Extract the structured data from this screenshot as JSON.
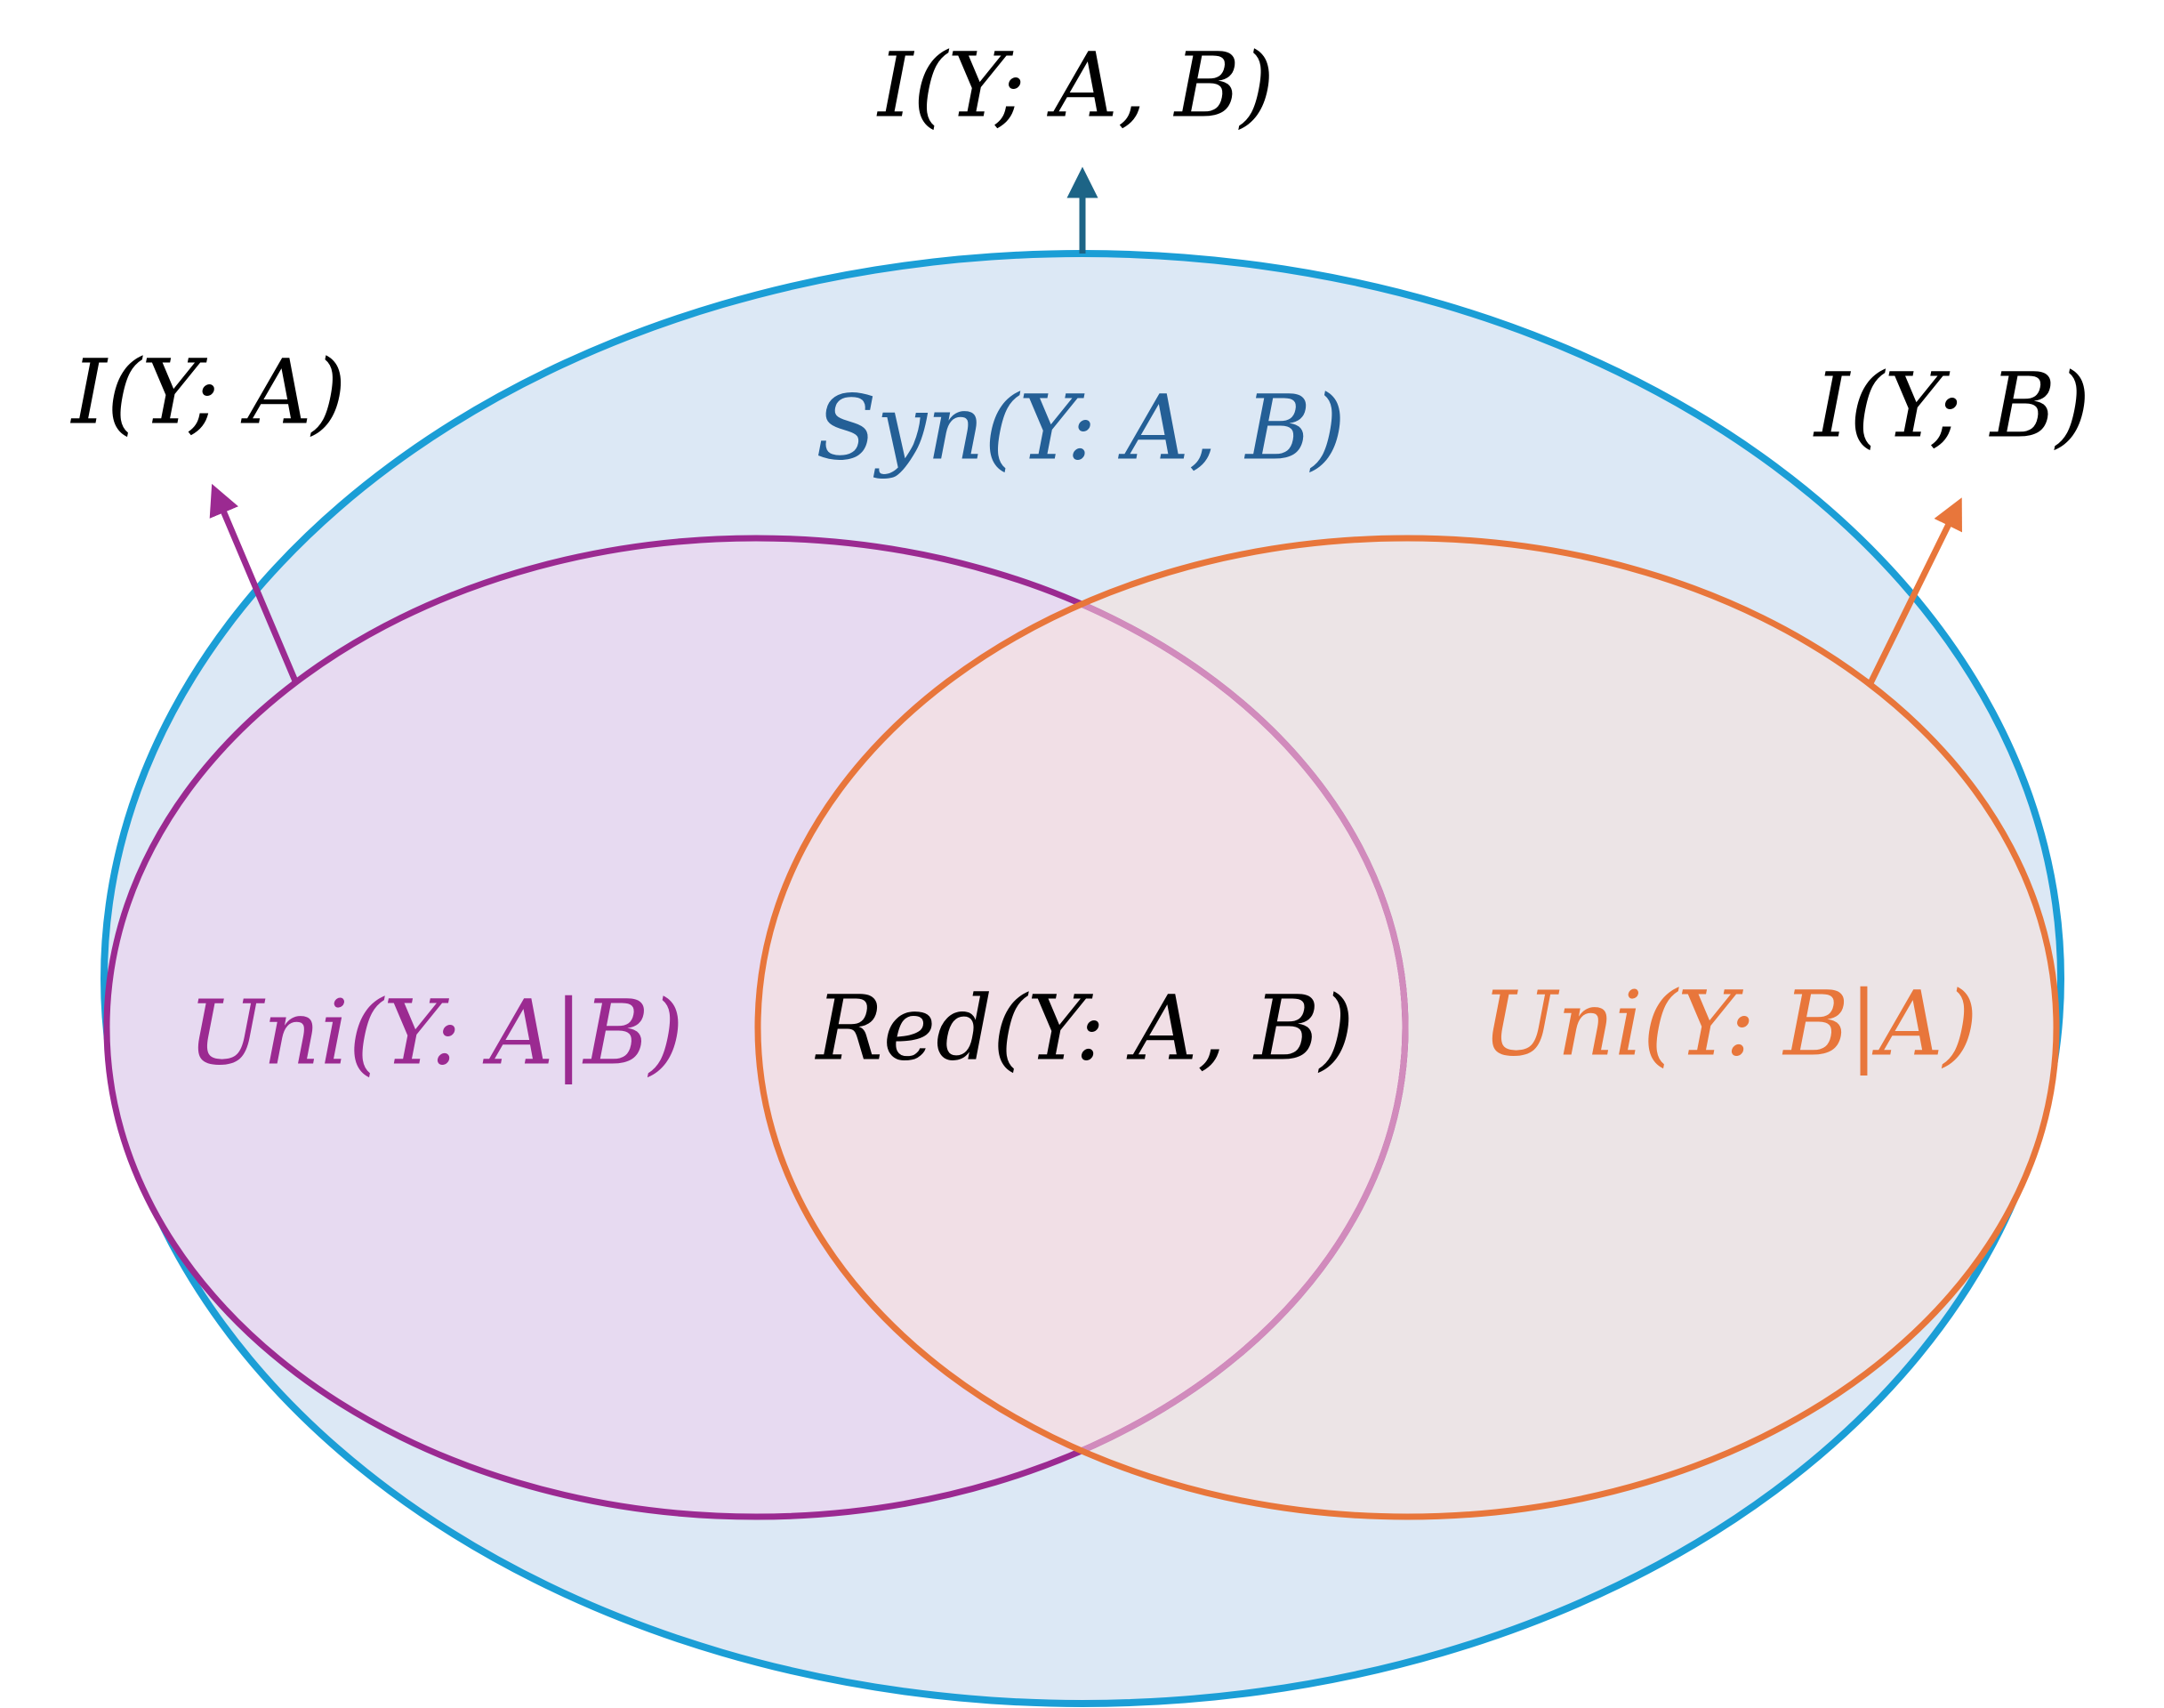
{
  "labels": {
    "joint": "I(Y; A, B)",
    "mi_a": "I(Y; A)",
    "mi_b": "I(Y; B)",
    "synergy": "Syn(Y: A, B)",
    "unique_a": "Uni(Y: A|B)",
    "redundancy": "Red(Y: A, B)",
    "unique_b": "Uni(Y: B|A)"
  },
  "colors": {
    "outer_stroke": "#1b9ed6",
    "outer_fill": "#dce8f5",
    "a_stroke": "#9b2a91",
    "a_fill": "#e7daf1",
    "b_stroke": "#e8763b",
    "b_fill": "#ece4e6",
    "overlap_fill": "#f1dfe6",
    "overlap_stroke_a": "#d18bbc",
    "joint_arrow": "#1d6486",
    "synergy_text": "#245f96",
    "default_text": "#000000"
  }
}
